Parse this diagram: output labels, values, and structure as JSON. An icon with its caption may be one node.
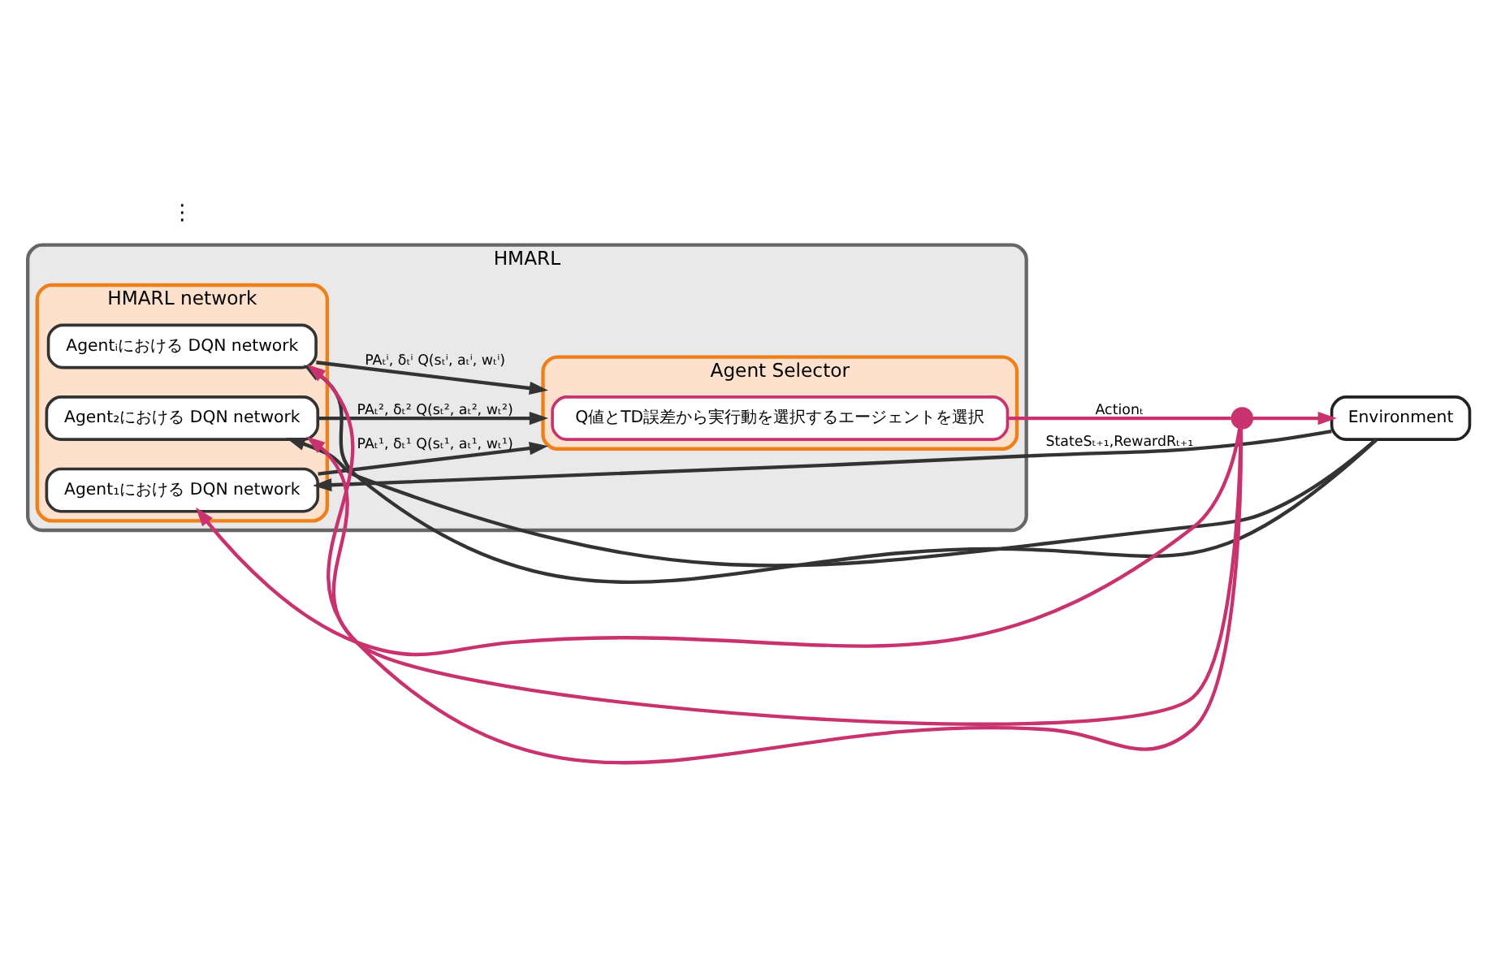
{
  "diagram": {
    "nodes": [
      {
        "text": [
          "HMARL"
        ]
      },
      {
        "text": [
          "HMARL network"
        ],
        "in": 0
      },
      {
        "text": [
          "Agent₁における DQN network"
        ],
        "in": 1
      },
      {
        "text": [
          "Agent₂における DQN network"
        ],
        "in": 1
      },
      {
        "text": [
          "Agentᵢにおける DQN network"
        ],
        "in": 1
      },
      {
        "text": [
          "Agent Selector"
        ],
        "in": 0
      },
      {
        "text": [
          "Q値とTD誤差から実行動を選択するエージェントを選択"
        ],
        "in": 5
      },
      {
        "text": [
          "Environment"
        ]
      },
      {
        "text": [],
        "shape": "circle"
      }
    ],
    "edges": [
      {
        "from": 2,
        "to": 5,
        "arrow": "to",
        "label": "PAₜ¹, δₜ¹ Q(sₜ¹, aₜ¹, wₜ¹)"
      },
      {
        "from": 3,
        "to": 5,
        "arrow": "to",
        "label": "PAₜ², δₜ² Q(sₜ², aₜ², wₜ²)"
      },
      {
        "from": 4,
        "to": 5,
        "arrow": "to",
        "label": "PAₜⁱ, δₜⁱ Q(sₜⁱ, aₜⁱ, wₜⁱ)"
      },
      {
        "from": 6,
        "to": 8,
        "arrow": "none",
        "label": "Actionₜ",
        "color": "#c8326e"
      },
      {
        "from": 8,
        "to": 7,
        "arrow": "to",
        "color": "#c8326e"
      },
      {
        "from": 8,
        "to": 2,
        "arrow": "to",
        "color": "#c8326e"
      },
      {
        "from": 8,
        "to": 3,
        "arrow": "to",
        "color": "#c8326e"
      },
      {
        "from": 8,
        "to": 4,
        "arrow": "to",
        "color": "#c8326e"
      },
      {
        "from": 7,
        "to": 2,
        "arrow": "to",
        "label": "StateSₜ₊₁,RewardRₜ₊₁"
      },
      {
        "from": 7,
        "to": 3,
        "arrow": "to"
      },
      {
        "from": 7,
        "to": 4,
        "arrow": "to"
      }
    ],
    "labels": [
      "⋮"
    ]
  }
}
